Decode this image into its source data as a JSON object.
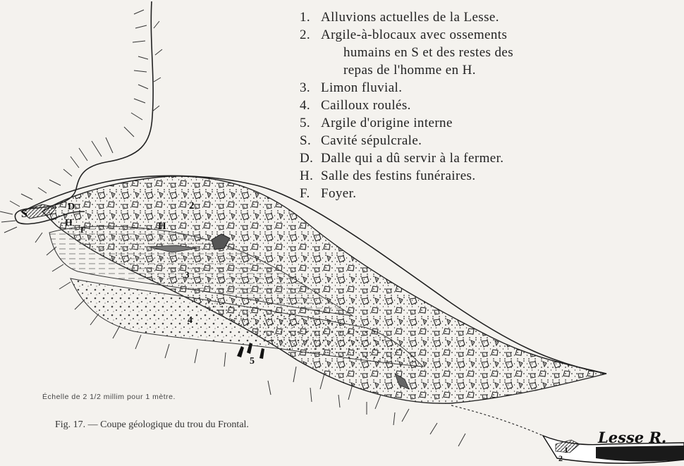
{
  "legend": [
    {
      "num": "1.",
      "text": "Alluvions actuelles de la Lesse."
    },
    {
      "num": "2.",
      "text": "Argile-à-blocaux avec ossements"
    },
    {
      "num": "",
      "text": "humains en S et des restes des"
    },
    {
      "num": "",
      "text": "repas de l'homme en H."
    },
    {
      "num": "3.",
      "text": "Limon fluvial."
    },
    {
      "num": "4.",
      "text": "Cailloux roulés."
    },
    {
      "num": "5.",
      "text": "Argile d'origine interne"
    },
    {
      "num": "S.",
      "text": "Cavité sépulcrale."
    },
    {
      "num": "D.",
      "text": "Dalle qui a dû servir à la fermer."
    },
    {
      "num": "H.",
      "text": "Salle des festins funéraires."
    },
    {
      "num": "F.",
      "text": "Foyer."
    }
  ],
  "diagram_labels": {
    "s": "S",
    "d": "D",
    "h_left": "H",
    "f": "F",
    "h_right": "H",
    "layer_2": "2",
    "layer_3": "3",
    "layer_4": "4",
    "layer_5": "5",
    "layer_1": "1",
    "layer_2_river": "2"
  },
  "scale_text": "Échelle de 2 1/2 millim pour 1 mètre.",
  "caption": "Fig. 17. — Coupe géologique du trou du Frontal.",
  "river_label": "Lesse R."
}
